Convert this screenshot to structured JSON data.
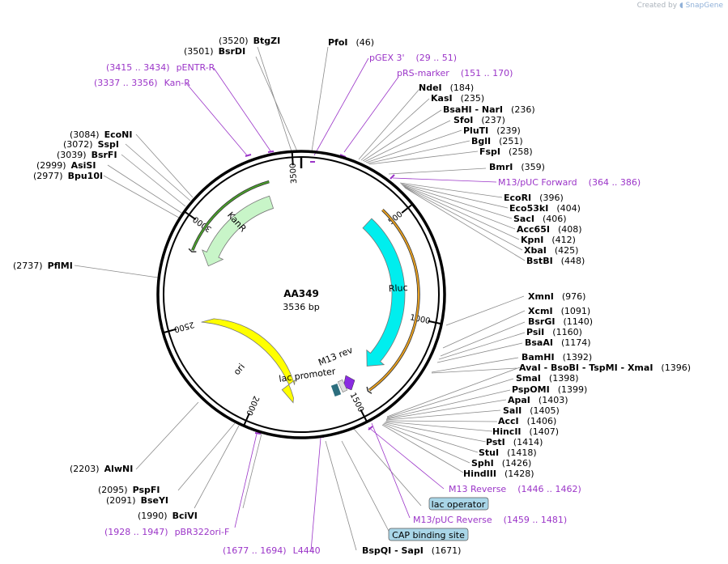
{
  "credit": {
    "prefix": "Created by",
    "brand": "SnapGene"
  },
  "plasmid": {
    "name": "AA349",
    "length_label": "3536 bp",
    "length": 3536
  },
  "tick_marks": [
    {
      "label": "500",
      "pos": 500
    },
    {
      "label": "1000",
      "pos": 1000
    },
    {
      "label": "1500",
      "pos": 1500
    },
    {
      "label": "2000",
      "pos": 2000
    },
    {
      "label": "2500",
      "pos": 2500
    },
    {
      "label": "3000",
      "pos": 3000
    },
    {
      "label": "3500",
      "pos": 3500
    }
  ],
  "features": [
    {
      "name": "Rluc",
      "color": "#00eeee",
      "direction": "cw",
      "start": 420,
      "end": 1350
    },
    {
      "name": "KanR",
      "color": "#c8f5c8",
      "direction": "ccw",
      "start": 3360,
      "end": 2820
    },
    {
      "name": "ori",
      "color": "#ffff00",
      "direction": "cw",
      "start": 2500,
      "end": 1880
    },
    {
      "name": "lac promoter",
      "color": "#2c6e7e",
      "direction": "cw"
    },
    {
      "name": "M13 rev",
      "color": "#8a2be2",
      "direction": "cw"
    }
  ],
  "feature_arcs": [
    {
      "name": "orange-arc",
      "color": "#e8a020",
      "start": 430,
      "end": 1420
    },
    {
      "name": "green-arc",
      "color": "#4aa02c",
      "start": 3380,
      "end": 2870
    }
  ],
  "sites": [
    {
      "pos": "(3520)",
      "name": "BtgZI"
    },
    {
      "pos": "(3501)",
      "name": "BsrDI"
    },
    {
      "pos": "(46)",
      "name": "PfoI"
    },
    {
      "pos": "(184)",
      "name": "NdeI"
    },
    {
      "pos": "(235)",
      "name": "KasI"
    },
    {
      "pos": "(236)",
      "name": "BsaHI - NarI"
    },
    {
      "pos": "(237)",
      "name": "SfoI"
    },
    {
      "pos": "(239)",
      "name": "PluTI"
    },
    {
      "pos": "(251)",
      "name": "BglI"
    },
    {
      "pos": "(258)",
      "name": "FspI"
    },
    {
      "pos": "(359)",
      "name": "BmrI"
    },
    {
      "pos": "(396)",
      "name": "EcoRI"
    },
    {
      "pos": "(404)",
      "name": "Eco53kI"
    },
    {
      "pos": "(406)",
      "name": "SacI"
    },
    {
      "pos": "(408)",
      "name": "Acc65I"
    },
    {
      "pos": "(412)",
      "name": "KpnI"
    },
    {
      "pos": "(425)",
      "name": "XbaI"
    },
    {
      "pos": "(448)",
      "name": "BstBI"
    },
    {
      "pos": "(976)",
      "name": "XmnI"
    },
    {
      "pos": "(1091)",
      "name": "XcmI"
    },
    {
      "pos": "(1140)",
      "name": "BsrGI"
    },
    {
      "pos": "(1160)",
      "name": "PsiI"
    },
    {
      "pos": "(1174)",
      "name": "BsaAI"
    },
    {
      "pos": "(1392)",
      "name": "BamHI"
    },
    {
      "pos": "(1396)",
      "name": "AvaI - BsoBI - TspMI - XmaI"
    },
    {
      "pos": "(1398)",
      "name": "SmaI"
    },
    {
      "pos": "(1399)",
      "name": "PspOMI"
    },
    {
      "pos": "(1403)",
      "name": "ApaI"
    },
    {
      "pos": "(1405)",
      "name": "SalI"
    },
    {
      "pos": "(1406)",
      "name": "AccI"
    },
    {
      "pos": "(1407)",
      "name": "HincII"
    },
    {
      "pos": "(1414)",
      "name": "PstI"
    },
    {
      "pos": "(1418)",
      "name": "StuI"
    },
    {
      "pos": "(1426)",
      "name": "SphI"
    },
    {
      "pos": "(1428)",
      "name": "HindIII"
    },
    {
      "pos": "(1671)",
      "name": "BspQI - SapI"
    },
    {
      "pos": "(1990)",
      "name": "BciVI"
    },
    {
      "pos": "(2091)",
      "name": "BseYI"
    },
    {
      "pos": "(2095)",
      "name": "PspFI"
    },
    {
      "pos": "(2203)",
      "name": "AlwNI"
    },
    {
      "pos": "(2737)",
      "name": "PflMI"
    },
    {
      "pos": "(2977)",
      "name": "Bpu10I"
    },
    {
      "pos": "(2999)",
      "name": "AsiSI"
    },
    {
      "pos": "(3039)",
      "name": "BsrFI"
    },
    {
      "pos": "(3072)",
      "name": "SspI"
    },
    {
      "pos": "(3084)",
      "name": "EcoNI"
    }
  ],
  "primers": [
    {
      "name": "pGEX 3'",
      "range": "(29 .. 51)"
    },
    {
      "name": "pRS-marker",
      "range": "(151 .. 170)"
    },
    {
      "name": "M13/pUC Forward",
      "range": "(364 .. 386)"
    },
    {
      "name": "M13 Reverse",
      "range": "(1446 .. 1462)"
    },
    {
      "name": "M13/pUC Reverse",
      "range": "(1459 .. 1481)"
    },
    {
      "name": "L4440",
      "range": "(1677 .. 1694)"
    },
    {
      "name": "pBR322ori-F",
      "range": "(1928 .. 1947)"
    },
    {
      "name": "Kan-R",
      "range": "(3337 .. 3356)"
    },
    {
      "name": "pENTR-R",
      "range": "(3415 .. 3434)"
    }
  ],
  "feature_tags": [
    {
      "name": "lac operator",
      "color": "#a9d6e8"
    },
    {
      "name": "CAP binding site",
      "color": "#a9d6e8"
    }
  ]
}
